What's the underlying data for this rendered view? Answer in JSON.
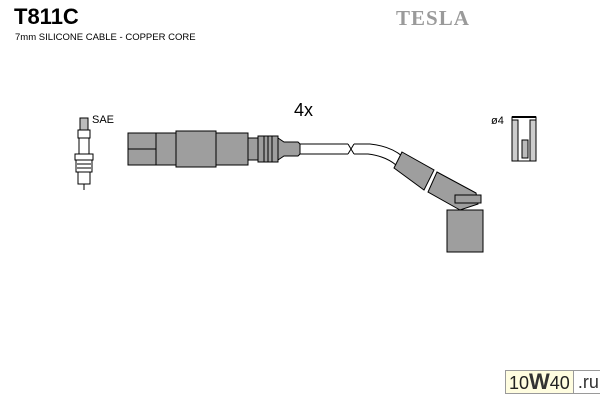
{
  "header": {
    "part_number": "T811C",
    "description": "7mm SILICONE CABLE - COPPER CORE",
    "brand": "TESLA"
  },
  "diagram": {
    "quantity_label": "4x",
    "spark_plug_label": "SAE",
    "terminal_label": "ø4",
    "colors": {
      "boot_fill": "#9e9e9e",
      "outline": "#000000",
      "cable_fill": "#ffffff"
    }
  },
  "watermark": {
    "prefix": "10",
    "letter": "W",
    "suffix": "40",
    "domain": ".ru"
  }
}
